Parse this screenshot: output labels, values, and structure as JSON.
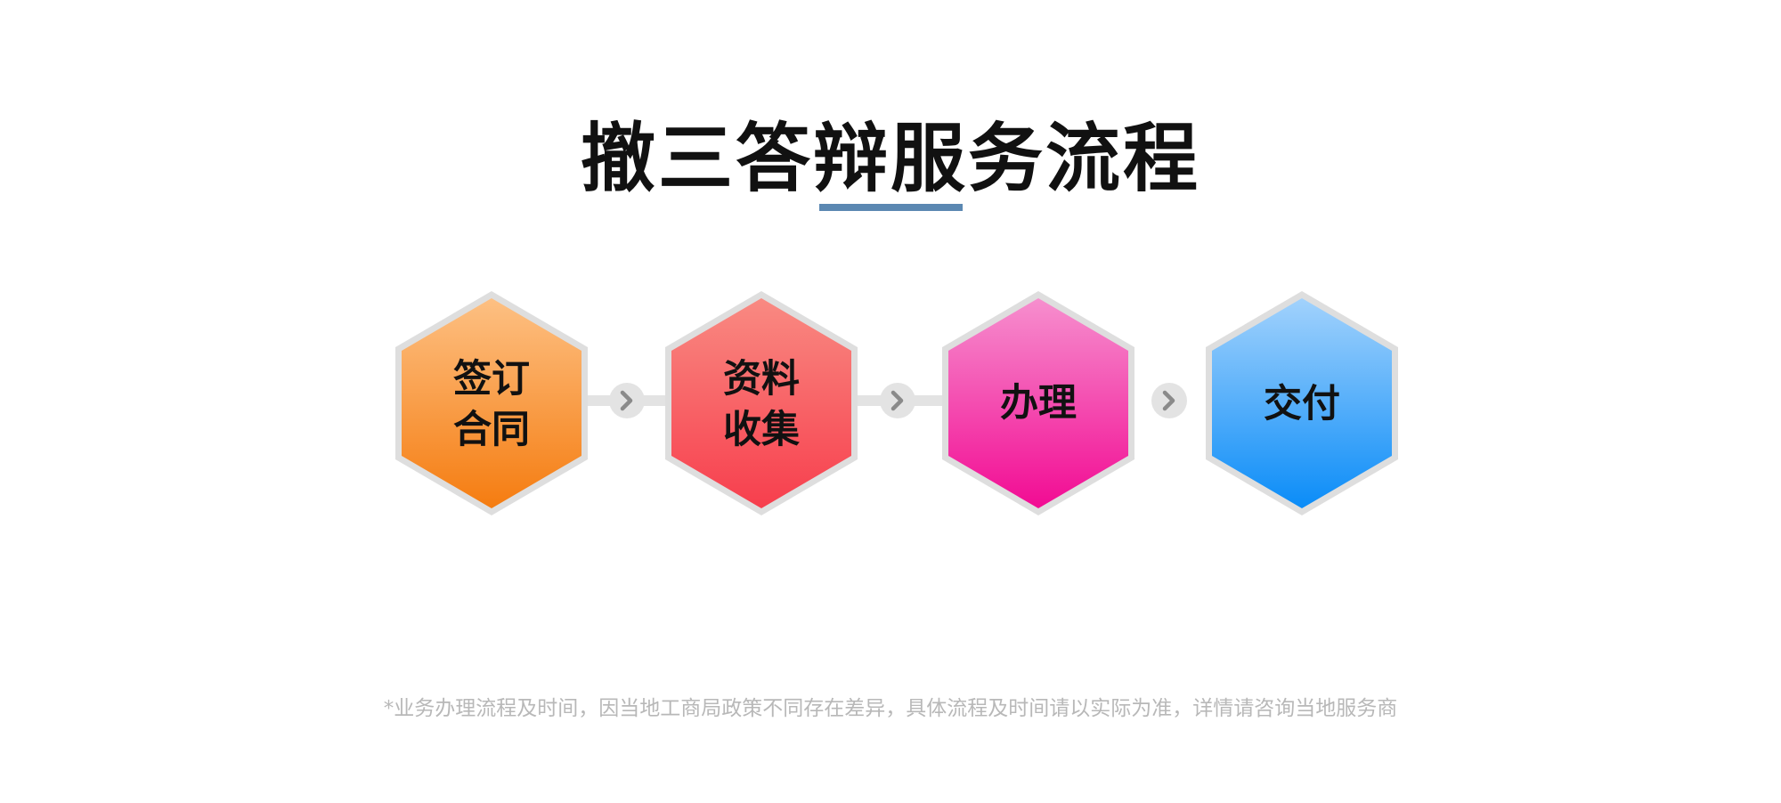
{
  "title": "撤三答辩服务流程",
  "steps": [
    {
      "lines": [
        "签订",
        "合同"
      ],
      "gradient_top": "#fdc083",
      "gradient_bottom": "#f57c10"
    },
    {
      "lines": [
        "资料",
        "收集"
      ],
      "gradient_top": "#f98a82",
      "gradient_bottom": "#f73e4d"
    },
    {
      "lines": [
        "办理"
      ],
      "gradient_top": "#f68fce",
      "gradient_bottom": "#f20b93"
    },
    {
      "lines": [
        "交付"
      ],
      "gradient_top": "#a2d2fc",
      "gradient_bottom": "#0a8cf8"
    }
  ],
  "connector_icon": "chevron-right-icon",
  "colors": {
    "underline": "#5b88b2",
    "hex_border": "#dedede",
    "connector": "#e3e3e3",
    "chevron": "#8a8a8a",
    "footnote": "#b8b8b8"
  },
  "footnote": "*业务办理流程及时间，因当地工商局政策不同存在差异，具体流程及时间请以实际为准，详情请咨询当地服务商"
}
